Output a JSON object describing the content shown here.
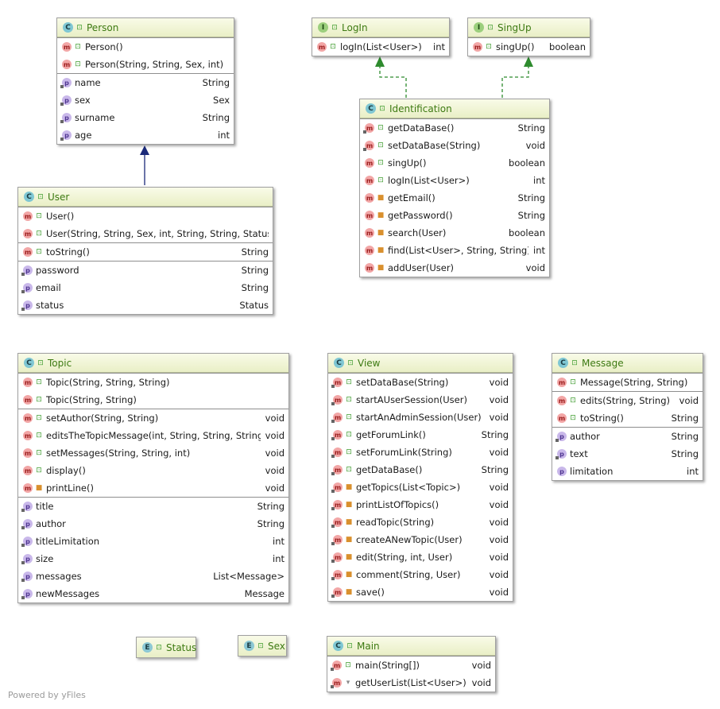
{
  "colors": {
    "class_title": "#3d7a12",
    "inheritance_arrow": "#1b2a7a",
    "realization_arrow": "#2e8b2e",
    "method_bullet": "#f2a6a6",
    "property_bullet": "#c9b8ea"
  },
  "icons": {
    "class": "C",
    "interface": "I",
    "enum": "E",
    "method": "m",
    "property": "p"
  },
  "watermark": "Powered by yFiles",
  "classes": {
    "person": {
      "kind": "C",
      "title": "Person",
      "methods": [
        {
          "name": "Person()",
          "type": ""
        },
        {
          "name": "Person(String, String, Sex, int)",
          "type": ""
        }
      ],
      "properties": [
        {
          "name": "name",
          "type": "String"
        },
        {
          "name": "sex",
          "type": "Sex"
        },
        {
          "name": "surname",
          "type": "String"
        },
        {
          "name": "age",
          "type": "int"
        }
      ]
    },
    "login": {
      "kind": "I",
      "title": "LogIn",
      "methods": [
        {
          "name": "logIn(List<User>)",
          "type": "int"
        }
      ]
    },
    "singup": {
      "kind": "I",
      "title": "SingUp",
      "methods": [
        {
          "name": "singUp()",
          "type": "boolean"
        }
      ]
    },
    "identification": {
      "kind": "C",
      "title": "Identification",
      "methods": [
        {
          "name": "getDataBase()",
          "type": "String"
        },
        {
          "name": "setDataBase(String)",
          "type": "void"
        },
        {
          "name": "singUp()",
          "type": "boolean"
        },
        {
          "name": "logIn(List<User>)",
          "type": "int"
        },
        {
          "name": "getEmail()",
          "type": "String"
        },
        {
          "name": "getPassword()",
          "type": "String"
        },
        {
          "name": "search(User)",
          "type": "boolean"
        },
        {
          "name": "find(List<User>, String, String)",
          "type": "int"
        },
        {
          "name": "addUser(User)",
          "type": "void"
        }
      ]
    },
    "user": {
      "kind": "C",
      "title": "User",
      "ctors": [
        {
          "name": "User()",
          "type": ""
        },
        {
          "name": "User(String, String, Sex, int, String, String, Status)",
          "type": ""
        }
      ],
      "methods": [
        {
          "name": "toString()",
          "type": "String"
        }
      ],
      "properties": [
        {
          "name": "password",
          "type": "String"
        },
        {
          "name": "email",
          "type": "String"
        },
        {
          "name": "status",
          "type": "Status"
        }
      ]
    },
    "topic": {
      "kind": "C",
      "title": "Topic",
      "ctors": [
        {
          "name": "Topic(String, String, String)",
          "type": ""
        },
        {
          "name": "Topic(String, String)",
          "type": ""
        }
      ],
      "methods": [
        {
          "name": "setAuthor(String, String)",
          "type": "void"
        },
        {
          "name": "editsTheTopicMessage(int, String, String, String)",
          "type": "void"
        },
        {
          "name": "setMessages(String, String, int)",
          "type": "void"
        },
        {
          "name": "display()",
          "type": "void"
        },
        {
          "name": "printLine()",
          "type": "void"
        }
      ],
      "properties": [
        {
          "name": "title",
          "type": "String"
        },
        {
          "name": "author",
          "type": "String"
        },
        {
          "name": "titleLimitation",
          "type": "int"
        },
        {
          "name": "size",
          "type": "int"
        },
        {
          "name": "messages",
          "type": "List<Message>"
        },
        {
          "name": "newMessages",
          "type": "Message"
        }
      ]
    },
    "view": {
      "kind": "C",
      "title": "View",
      "methods": [
        {
          "name": "setDataBase(String)",
          "type": "void"
        },
        {
          "name": "startAUserSession(User)",
          "type": "void"
        },
        {
          "name": "startAnAdminSession(User)",
          "type": "void"
        },
        {
          "name": "getForumLink()",
          "type": "String"
        },
        {
          "name": "setForumLink(String)",
          "type": "void"
        },
        {
          "name": "getDataBase()",
          "type": "String"
        },
        {
          "name": "getTopics(List<Topic>)",
          "type": "void"
        },
        {
          "name": "printListOfTopics()",
          "type": "void"
        },
        {
          "name": "readTopic(String)",
          "type": "void"
        },
        {
          "name": "createANewTopic(User)",
          "type": "void"
        },
        {
          "name": "edit(String, int, User)",
          "type": "void"
        },
        {
          "name": "comment(String, User)",
          "type": "void"
        },
        {
          "name": "save()",
          "type": "void"
        }
      ]
    },
    "message": {
      "kind": "C",
      "title": "Message",
      "ctors": [
        {
          "name": "Message(String, String)",
          "type": ""
        }
      ],
      "methods": [
        {
          "name": "edits(String, String)",
          "type": "void"
        },
        {
          "name": "toString()",
          "type": "String"
        }
      ],
      "properties": [
        {
          "name": "author",
          "type": "String"
        },
        {
          "name": "text",
          "type": "String"
        },
        {
          "name": "limitation",
          "type": "int"
        }
      ]
    },
    "status": {
      "kind": "E",
      "title": "Status"
    },
    "sex": {
      "kind": "E",
      "title": "Sex"
    },
    "main": {
      "kind": "C",
      "title": "Main",
      "methods": [
        {
          "name": "main(String[])",
          "type": "void"
        },
        {
          "name": "getUserList(List<User>)",
          "type": "void"
        }
      ]
    }
  }
}
